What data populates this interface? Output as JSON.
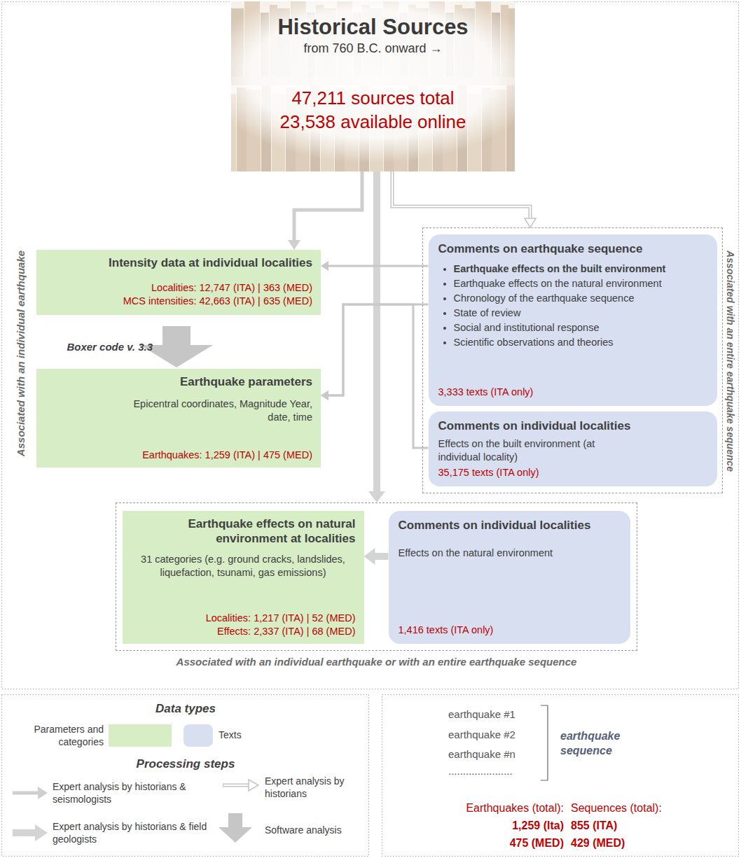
{
  "diagram": {
    "nodes": [
      {
        "text": [
          "Historical Sources",
          "from 760 B.C. onward →",
          "47,211 sources total",
          "23,538 available online"
        ]
      },
      {
        "text": [
          "Intensity data at individual localities",
          "Localities: 12,747 (ITA) | 363 (MED)",
          "MCS intensities: 42,663 (ITA) | 635 (MED)"
        ]
      },
      {
        "text": [
          "Earthquake parameters",
          "Epicentral coordinates, Magnitude Year, date, time",
          "Earthquakes: 1,259 (ITA) | 475 (MED)"
        ]
      },
      {
        "text": [
          "Associated with an entire earthquake sequence"
        ]
      },
      {
        "text": [
          "Comments on earthquake sequence",
          "Earthquake effects on the built environment",
          "Earthquake effects on the natural environment",
          "Chronology of the earthquake sequence",
          "State of review",
          "Social and institutional response",
          "Scientific observations and theories",
          "3,333 texts (ITA only)"
        ],
        "in": 3
      },
      {
        "text": [
          "Comments on individual localities",
          "Effects on the built environment (at individual locality)",
          "35,175 texts (ITA only)"
        ],
        "in": 3
      },
      {
        "text": [
          "Associated with an individual earthquake or with an entire earthquake sequence"
        ]
      },
      {
        "text": [
          "Earthquake effects on natural environment at localities",
          "31 categories (e.g. ground cracks, landslides, liquefaction, tsunami, gas emissions)",
          "Localities: 1,217 (ITA) | 52 (MED)",
          "Effects: 2,337 (ITA) | 68 (MED)"
        ],
        "in": 6
      },
      {
        "text": [
          "Comments on individual localities",
          "Effects on the natural environment",
          "1,416 texts (ITA only)"
        ],
        "in": 6
      }
    ],
    "edges": [
      {
        "from": 0,
        "to": 1,
        "arrow": "to"
      },
      {
        "from": 0,
        "to": 3,
        "arrow": "to"
      },
      {
        "from": 0,
        "to": 6,
        "arrow": "to"
      },
      {
        "from": 1,
        "to": 2,
        "arrow": "to",
        "label": "Boxer code v. 3.3"
      },
      {
        "from": 4,
        "to": 1,
        "arrow": "to"
      },
      {
        "from": 4,
        "to": 2,
        "arrow": "to"
      },
      {
        "from": 5,
        "to": 2,
        "arrow": "to"
      },
      {
        "from": 8,
        "to": 7,
        "arrow": "to"
      }
    ],
    "labels": [
      "Associated with an individual earthquake",
      "Data types",
      "Processing steps",
      "earthquake #1",
      "earthquake #2",
      "earthquake #n",
      "......................",
      "earthquake sequence",
      "Earthquakes (total):",
      "1,259 (Ita)",
      "475 (MED)",
      "Sequences (total):",
      "855 (ITA)",
      "429 (MED)"
    ],
    "legend": [
      {
        "text": "Parameters and categories",
        "color": "#d6edc5"
      },
      {
        "text": "Texts",
        "color": "#d7dff0"
      },
      {
        "text": "Expert analysis by historians & seismologists"
      },
      {
        "text": "Expert analysis by historians"
      },
      {
        "text": "Expert analysis by historians & field geologists"
      },
      {
        "text": "Software analysis"
      }
    ]
  }
}
